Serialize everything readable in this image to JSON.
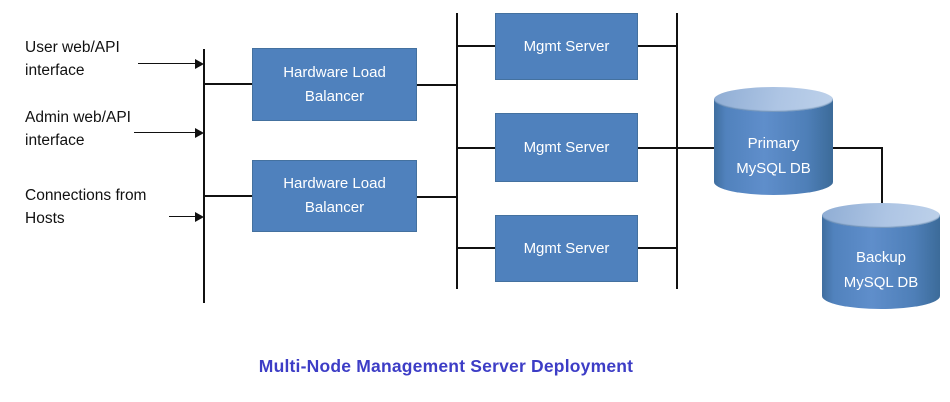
{
  "colors": {
    "node-fill": "#4f81bd",
    "node-border": "#44719f",
    "node-text": "#ffffff",
    "cyl-top-a": "#8fadd4",
    "cyl-top-b": "#aec5e4",
    "line": "#111111",
    "title": "#3d3dc6",
    "label-text": "#111111"
  },
  "diagram": {
    "title": "Multi-Node Management Server Deployment",
    "inputs": [
      {
        "label": "User web/API interface"
      },
      {
        "label": "Admin web/API interface"
      },
      {
        "label": "Connections from Hosts"
      }
    ],
    "load_balancers": [
      {
        "label": "Hardware Load Balancer"
      },
      {
        "label": "Hardware Load Balancer"
      }
    ],
    "mgmt_servers": [
      {
        "label": "Mgmt Server"
      },
      {
        "label": "Mgmt Server"
      },
      {
        "label": "Mgmt Server"
      }
    ],
    "databases": [
      {
        "label": "Primary MySQL DB"
      },
      {
        "label": "Backup MySQL DB"
      }
    ]
  }
}
